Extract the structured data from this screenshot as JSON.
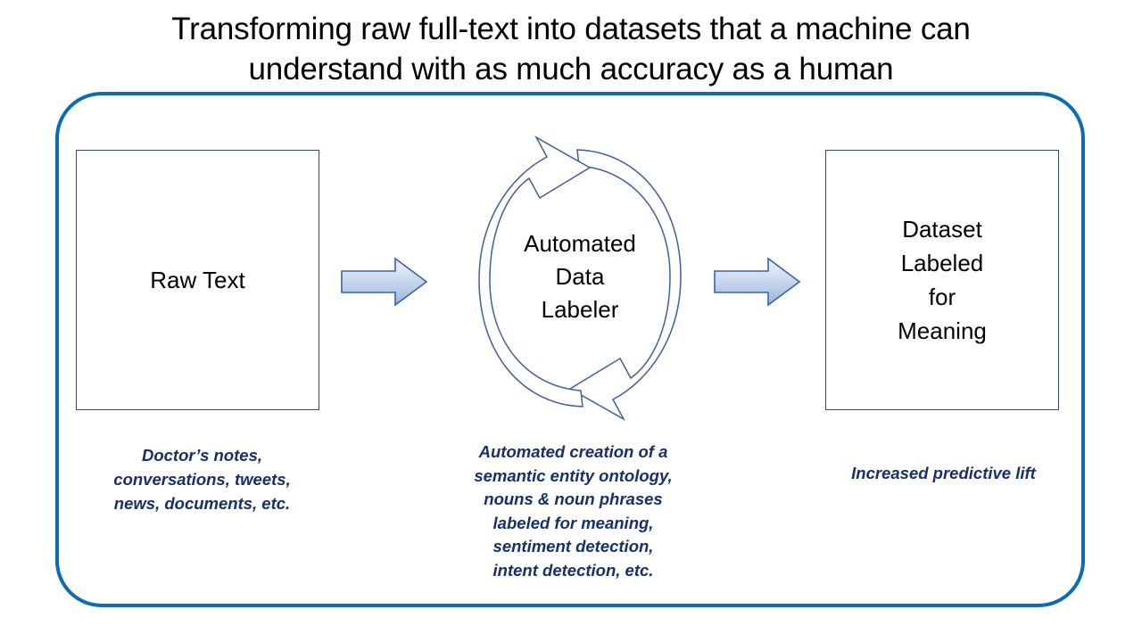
{
  "title": "Transforming raw full-text into datasets that a machine can understand with as much accuracy as a human",
  "colors": {
    "container_border": "#0b6cb5",
    "box_border": "#2b4a7d",
    "caption_text": "#17306b",
    "arrow_border": "#3a63a8",
    "arrow_fill_light": "#e3ebf7",
    "arrow_fill_dark": "#9fb8dd",
    "cycle_stroke": "#3f5f9e",
    "body_text": "#000000"
  },
  "stages": {
    "input": {
      "box_label": "Raw Text",
      "caption": "Doctor’s notes,\nconversations, tweets,\nnews, documents, etc."
    },
    "process": {
      "cycle_label": "Automated\nData\nLabeler",
      "caption": "Automated creation of a\nsemantic entity ontology,\nnouns & noun phrases\nlabeled for meaning,\nsentiment detection,\nintent detection, etc."
    },
    "output": {
      "box_label": "Dataset\nLabeled\nfor\nMeaning",
      "caption": "Increased predictive lift"
    }
  },
  "connectors": [
    {
      "name": "arrow-input-to-process",
      "direction": "right"
    },
    {
      "name": "arrow-process-to-output",
      "direction": "right"
    }
  ]
}
